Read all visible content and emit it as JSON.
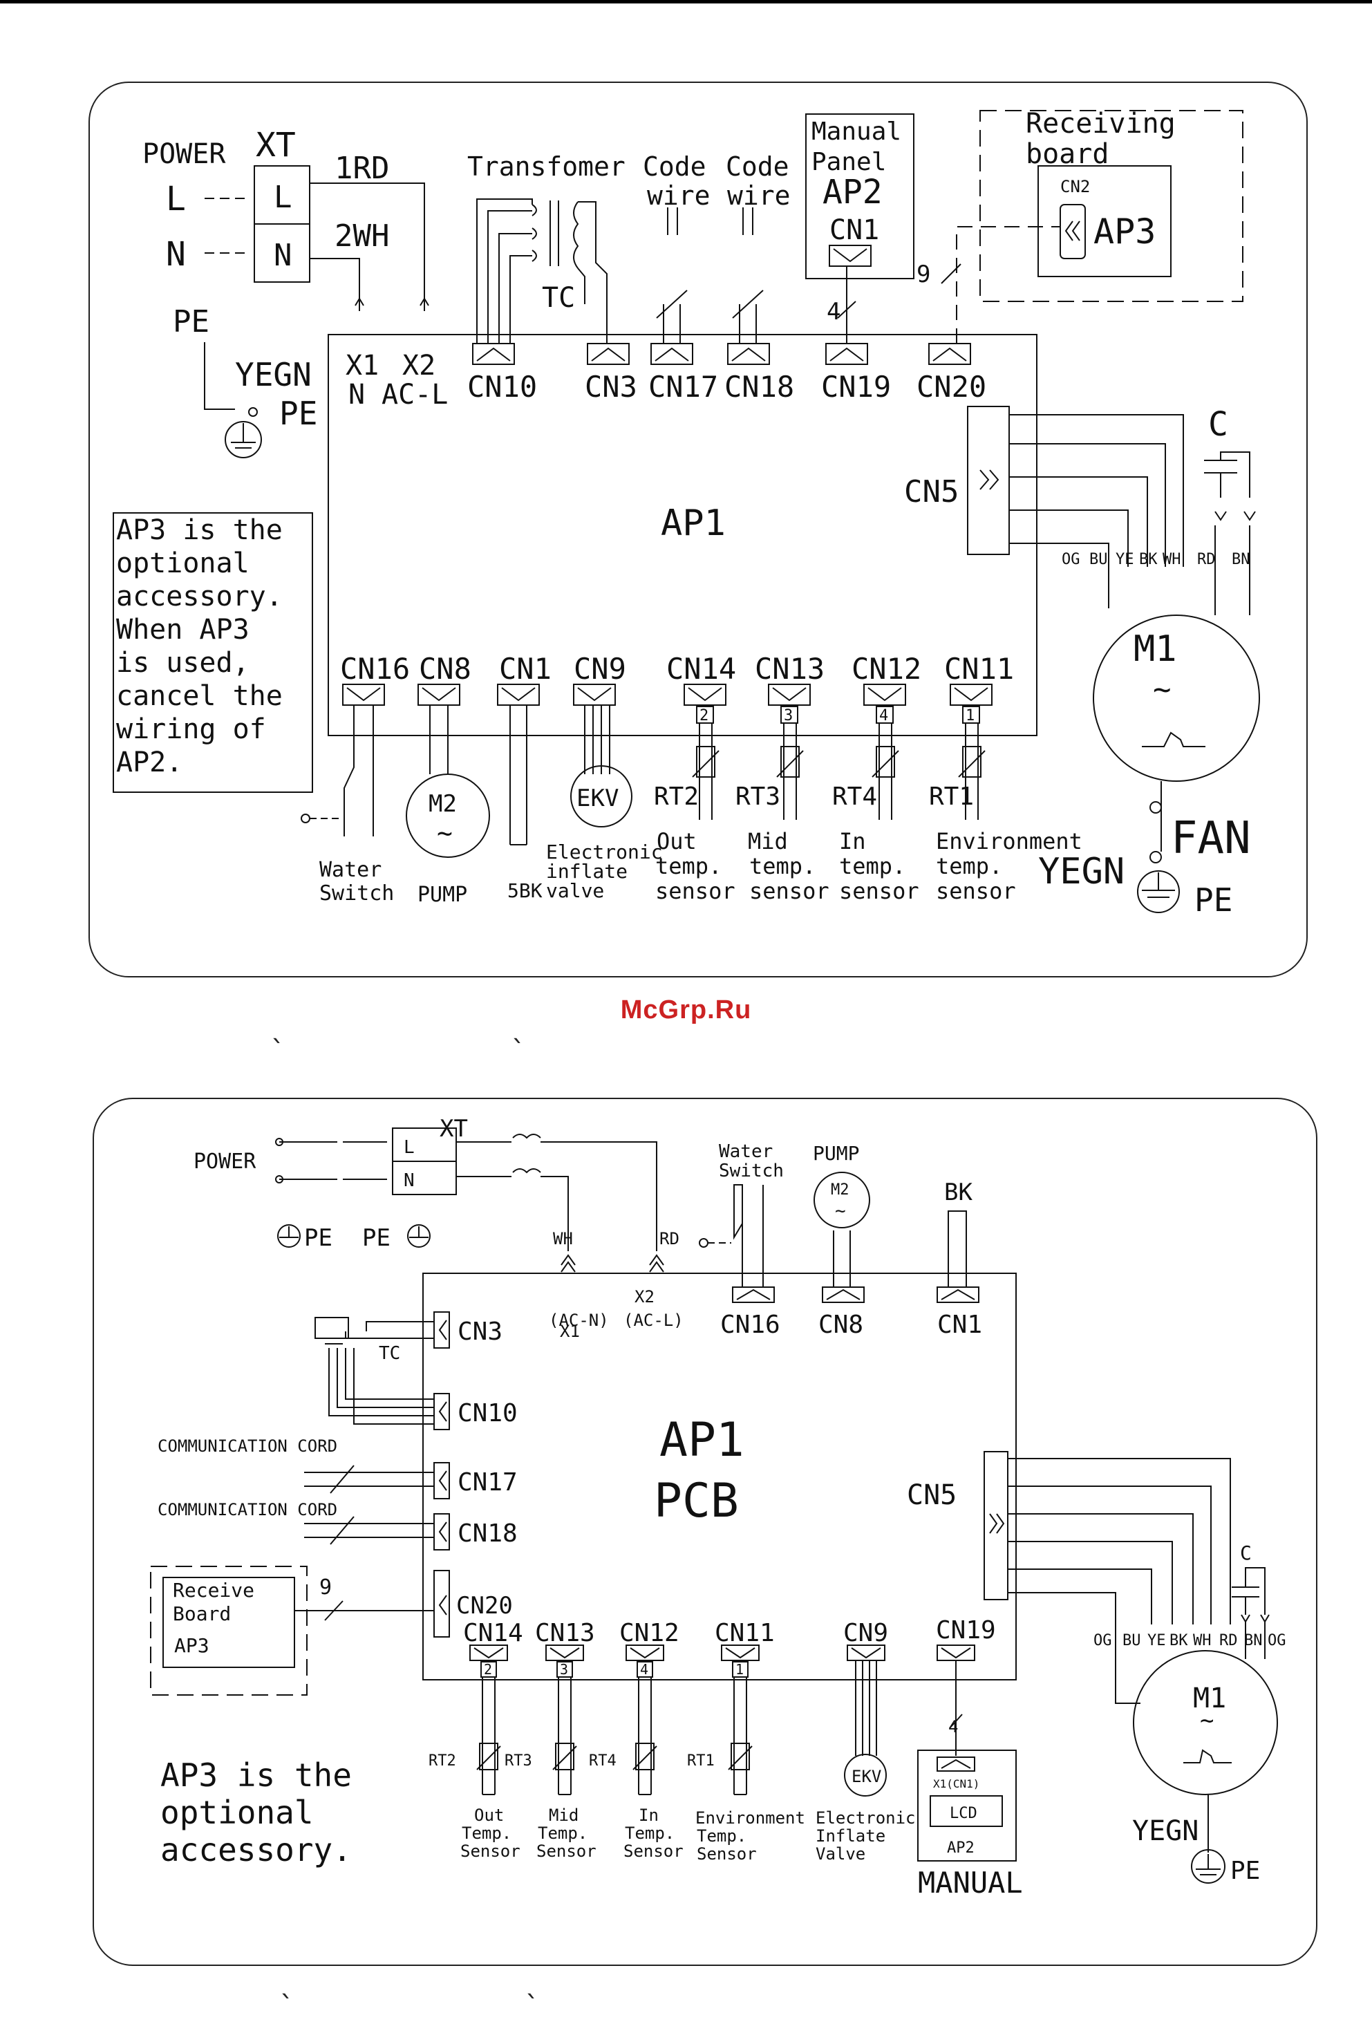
{
  "watermark": "McGrp.Ru",
  "caption_marks": [
    "`",
    "`",
    "`",
    "`"
  ],
  "diagram1": {
    "power": "POWER",
    "xt": "XT",
    "l": "L",
    "n": "N",
    "l_terminal": "L",
    "n_terminal": "N",
    "rd": "1RD",
    "wh": "2WH",
    "pe_top": "PE",
    "yegn": "YEGN",
    "pe_ground": "PE",
    "x1": "X1",
    "x1_sub": "N",
    "x2": "X2",
    "x2_sub": "AC-L",
    "transformer": "Transfomer",
    "code_wire1_a": "Code",
    "code_wire1_b": "wire",
    "code_wire2_a": "Code",
    "code_wire2_b": "wire",
    "manual_a": "Manual",
    "manual_b": "Panel",
    "ap2": "AP2",
    "cn1_manual": "CN1",
    "receiving_a": "Receiving",
    "receiving_b": "board",
    "cn2": "CN2",
    "ap3": "AP3",
    "wire9": "9",
    "wire4": "4",
    "tc": "TC",
    "top_connectors": [
      "CN10",
      "CN3",
      "CN17",
      "CN18",
      "CN19",
      "CN20"
    ],
    "ap1": "AP1",
    "cn5": "CN5",
    "cap": "C",
    "wire_colors": [
      "OG",
      "BU",
      "YE",
      "BK",
      "WH",
      "RD",
      "BN"
    ],
    "m1": "M1",
    "m1_sym": "~",
    "fan": "FAN",
    "fan_yegn": "YEGN",
    "fan_pe": "PE",
    "note": [
      "AP3 is the",
      "optional",
      "accessory.",
      "When AP3",
      "is used,",
      "cancel the",
      "wiring of",
      "AP2."
    ],
    "bottom_connectors": [
      "CN16",
      "CN8",
      "CN1",
      "CN9",
      "CN14",
      "CN13",
      "CN12",
      "CN11"
    ],
    "pin_numbers": [
      "2",
      "3",
      "4",
      "1"
    ],
    "sensors": [
      "RT2",
      "RT3",
      "RT4",
      "RT1"
    ],
    "m2": "M2",
    "m2_sym": "~",
    "ekv": "EKV",
    "water_switch": [
      "Water",
      "Switch"
    ],
    "pump": "PUMP",
    "bk5": "5BK",
    "valve": [
      "Electronic",
      "inflate",
      "valve"
    ],
    "out_sensor": [
      "Out",
      "temp.",
      "sensor"
    ],
    "mid_sensor": [
      "Mid",
      "temp.",
      "sensor"
    ],
    "in_sensor": [
      "In",
      "temp.",
      "sensor"
    ],
    "env_sensor": [
      "Environment",
      "temp.",
      "sensor"
    ]
  },
  "diagram2": {
    "power": "POWER",
    "xt": "XT",
    "l_terminal": "L",
    "n_terminal": "N",
    "pe_left": "PE",
    "pe_right": "PE",
    "wh": "WH",
    "rd": "RD",
    "x1": "X1",
    "x1_sub": "(AC-N)",
    "x2": "X2",
    "x2_sub": "(AC-L)",
    "water_switch": [
      "Water",
      "Switch"
    ],
    "pump": "PUMP",
    "m2": "M2",
    "m2_sym": "~",
    "bk": "BK",
    "cn16": "CN16",
    "cn8": "CN8",
    "cn1": "CN1",
    "cn3": "CN3",
    "tc": "TC",
    "cn10": "CN10",
    "comm1": "COMMUNICATION CORD",
    "cn17": "CN17",
    "comm2": "COMMUNICATION CORD",
    "cn18": "CN18",
    "receive_a": "Receive",
    "receive_b": "Board",
    "ap3": "AP3",
    "wire9": "9",
    "cn20": "CN20",
    "ap1": "AP1",
    "pcb": "PCB",
    "cn5": "CN5",
    "bottom_connectors": [
      "CN14",
      "CN13",
      "CN12",
      "CN11",
      "CN9",
      "CN19"
    ],
    "pin_numbers": [
      "2",
      "3",
      "4",
      "1"
    ],
    "sensors": [
      "RT2",
      "RT3",
      "RT4",
      "RT1"
    ],
    "ekv": "EKV",
    "out_sensor": [
      "Out",
      "Temp.",
      "Sensor"
    ],
    "mid_sensor": [
      "Mid",
      "Temp.",
      "Sensor"
    ],
    "in_sensor": [
      "In",
      "Temp.",
      "Sensor"
    ],
    "env_sensor": [
      "Environment",
      "Temp.",
      "Sensor"
    ],
    "valve": [
      "Electronic",
      "Inflate",
      "Valve"
    ],
    "wire4": "4",
    "x1cn1": "X1(CN1)",
    "lcd": "LCD",
    "ap2": "AP2",
    "manual": "MANUAL",
    "cap": "C",
    "wire_colors": [
      "OG",
      "BU",
      "YE",
      "BK",
      "WH",
      "RD",
      "BN",
      "OG"
    ],
    "m1": "M1",
    "m1_sym": "~",
    "yegn": "YEGN",
    "pe_ground": "PE",
    "note": [
      "AP3 is the",
      "optional",
      "accessory."
    ]
  }
}
